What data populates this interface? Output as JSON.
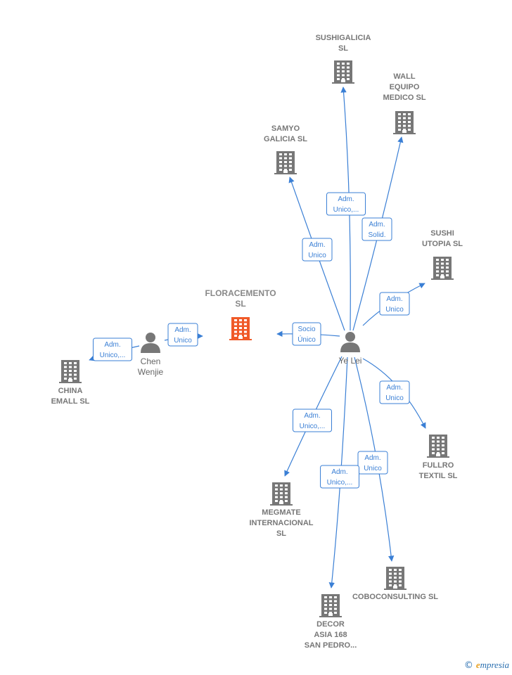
{
  "colors": {
    "edge": "#3a7fd5",
    "company": "#777777",
    "highlight": "#f05a28",
    "person": "#777777"
  },
  "nodes": [
    {
      "id": "floracemento",
      "kind": "company",
      "highlight": true,
      "lines": [
        "FLORACEMENTO",
        "SL"
      ]
    },
    {
      "id": "sushigalicia",
      "kind": "company",
      "lines": [
        "SUSHIGALICIA",
        "SL"
      ]
    },
    {
      "id": "wall-equipo",
      "kind": "company",
      "lines": [
        "WALL",
        "EQUIPO",
        "MEDICO  SL"
      ]
    },
    {
      "id": "samyo",
      "kind": "company",
      "lines": [
        "SAMYO",
        "GALICIA  SL"
      ]
    },
    {
      "id": "sushi-utopia",
      "kind": "company",
      "lines": [
        "SUSHI",
        "UTOPIA  SL"
      ]
    },
    {
      "id": "china-emall",
      "kind": "company",
      "lines": [
        "CHINA",
        "EMALL SL"
      ]
    },
    {
      "id": "fullro",
      "kind": "company",
      "lines": [
        "FULLRO",
        "TEXTIL  SL"
      ]
    },
    {
      "id": "megmate",
      "kind": "company",
      "lines": [
        "MEGMATE",
        "INTERNACIONAL",
        "SL"
      ]
    },
    {
      "id": "coboconsulting",
      "kind": "company",
      "lines": [
        "COBOCONSULTING SL"
      ]
    },
    {
      "id": "decor-asia",
      "kind": "company",
      "lines": [
        "DECOR",
        "ASIA 168",
        "SAN PEDRO..."
      ]
    },
    {
      "id": "ye-lei",
      "kind": "person",
      "lines": [
        "Ye Lei"
      ]
    },
    {
      "id": "chen-wenjie",
      "kind": "person",
      "lines": [
        "Chen",
        "Wenjie"
      ]
    }
  ],
  "edges": [
    {
      "from": "ye-lei",
      "to": "sushigalicia",
      "label": [
        "Adm.",
        "Unico,..."
      ]
    },
    {
      "from": "ye-lei",
      "to": "wall-equipo",
      "label": [
        "Adm.",
        "Solid."
      ]
    },
    {
      "from": "ye-lei",
      "to": "samyo",
      "label": [
        "Adm.",
        "Unico"
      ]
    },
    {
      "from": "ye-lei",
      "to": "sushi-utopia",
      "label": [
        "Adm.",
        "Unico"
      ]
    },
    {
      "from": "ye-lei",
      "to": "floracemento",
      "label": [
        "Socio",
        "Único"
      ]
    },
    {
      "from": "ye-lei",
      "to": "fullro",
      "label": [
        "Adm.",
        "Unico"
      ]
    },
    {
      "from": "ye-lei",
      "to": "megmate",
      "label": [
        "Adm.",
        "Unico,..."
      ]
    },
    {
      "from": "ye-lei",
      "to": "coboconsulting",
      "label": [
        "Adm.",
        "Unico"
      ]
    },
    {
      "from": "ye-lei",
      "to": "decor-asia",
      "label": [
        "Adm.",
        "Unico,..."
      ]
    },
    {
      "from": "chen-wenjie",
      "to": "floracemento",
      "label": [
        "Adm.",
        "Unico"
      ]
    },
    {
      "from": "chen-wenjie",
      "to": "china-emall",
      "label": [
        "Adm.",
        "Unico,..."
      ]
    }
  ],
  "footer": {
    "copyright": "©",
    "brand_initial": "e",
    "brand_rest": "mpresia"
  }
}
